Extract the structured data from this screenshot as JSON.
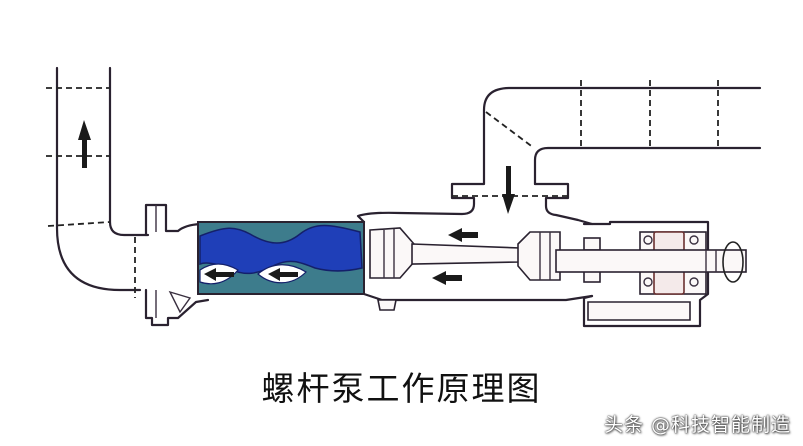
{
  "diagram": {
    "title": "螺杆泵工作原理图",
    "watermark": "头条 @科技智能制造",
    "components": [
      {
        "id": "outlet-pipe",
        "label": "vertical outlet pipe (left)"
      },
      {
        "id": "suction-pipe",
        "label": "inlet pipe (top right)"
      },
      {
        "id": "stator",
        "label": "stator (teal)"
      },
      {
        "id": "rotor",
        "label": "screw rotor (blue)"
      },
      {
        "id": "coupling-rod",
        "label": "universal joint connecting rod"
      },
      {
        "id": "shaft-seal",
        "label": "shaft seal / packing"
      },
      {
        "id": "bearing-housing",
        "label": "bearing housing"
      },
      {
        "id": "drive-shaft",
        "label": "drive shaft with rotation indicator"
      }
    ],
    "flow_arrows": [
      {
        "location": "outlet-pipe",
        "direction": "up"
      },
      {
        "location": "inlet-flange",
        "direction": "down"
      },
      {
        "location": "suction-chamber-upper",
        "direction": "left"
      },
      {
        "location": "suction-chamber-lower",
        "direction": "left"
      },
      {
        "location": "rotor-cavity-1",
        "direction": "left"
      },
      {
        "location": "rotor-cavity-2",
        "direction": "left"
      }
    ],
    "colors": {
      "rotor": "#1f3fb8",
      "stator": "#3d7c8c",
      "outline": "#2a2230",
      "background": "#ffffff"
    }
  }
}
